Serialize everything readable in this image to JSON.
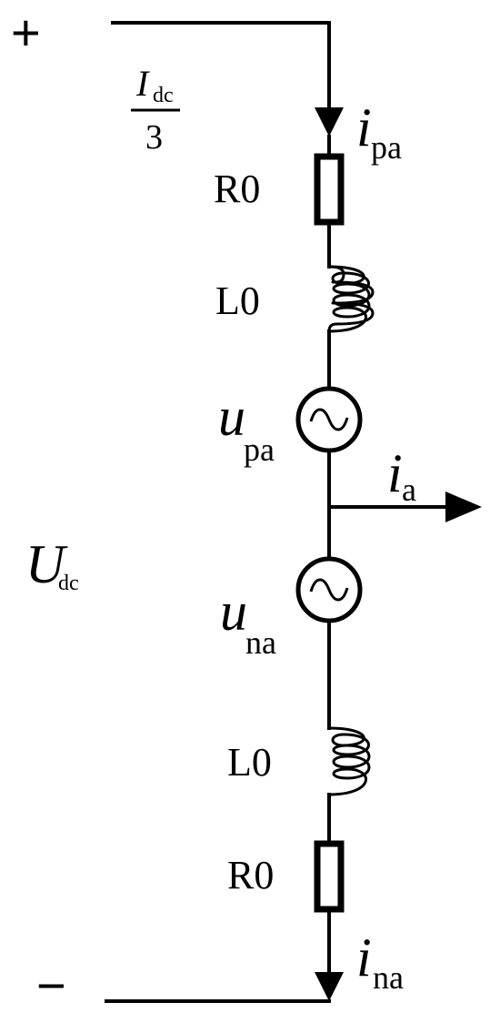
{
  "terminals": {
    "positive": "+",
    "negative": "−"
  },
  "currents": {
    "idc_fraction": {
      "numerator_symbol": "I",
      "numerator_sub": "dc",
      "denominator": "3"
    },
    "i_pa": {
      "symbol": "i",
      "sub": "pa"
    },
    "i_a": {
      "symbol": "i",
      "sub": "a"
    },
    "i_na": {
      "symbol": "i",
      "sub": "na"
    }
  },
  "voltages": {
    "u_dc": {
      "symbol": "U",
      "sub": "dc"
    },
    "u_pa": {
      "symbol": "u",
      "sub": "pa"
    },
    "u_na": {
      "symbol": "u",
      "sub": "na"
    }
  },
  "components": {
    "upper_resistor": "R0",
    "upper_inductor": "L0",
    "lower_inductor": "L0",
    "lower_resistor": "R0"
  },
  "colors": {
    "stroke": "#000000",
    "background": "#ffffff"
  }
}
